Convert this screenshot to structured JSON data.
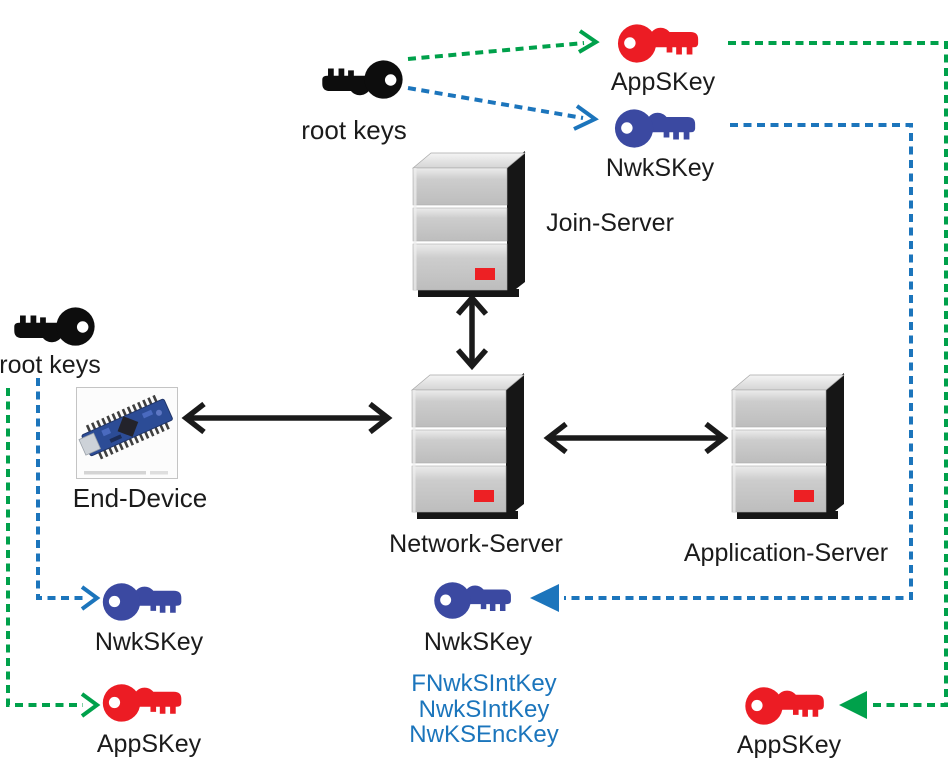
{
  "labels": {
    "root_keys_top": "root keys",
    "root_keys_left": "root keys",
    "appskey_top": "AppSKey",
    "nwkskey_top": "NwkSKey",
    "join_server": "Join-Server",
    "network_server": "Network-Server",
    "application_server": "Application-Server",
    "end_device": "End-Device",
    "nwkskey_device": "NwkSKey",
    "appskey_device": "AppSKey",
    "nwkskey_network": "NwkSKey",
    "network_session_keys": [
      "FNwkSIntKey",
      "NwkSIntKey",
      "NwKSEncKey"
    ],
    "appskey_application": "AppSKey"
  },
  "colors": {
    "green_arrow": "#00A14B",
    "blue_arrow": "#1C75BC",
    "blue_text": "#1B75BC",
    "red_key": "#EC1C24",
    "blue_key": "#3B49A1",
    "black_key": "#0D0D0D",
    "server_led": "#ED2024"
  }
}
